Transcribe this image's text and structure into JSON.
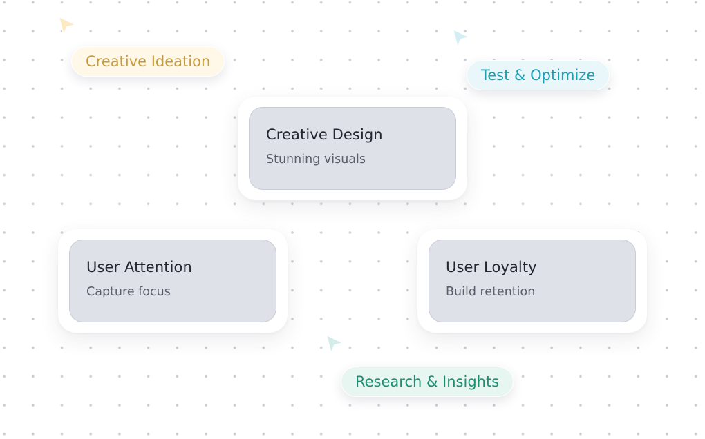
{
  "cards": {
    "design": {
      "title": "Creative Design",
      "subtitle": "Stunning visuals"
    },
    "attention": {
      "title": "User Attention",
      "subtitle": "Capture focus"
    },
    "loyalty": {
      "title": "User Loyalty",
      "subtitle": "Build retention"
    }
  },
  "tags": {
    "ideation": {
      "label": "Creative Ideation",
      "color": "#c79a3b",
      "icon": "cursor-pointer-icon"
    },
    "test": {
      "label": "Test & Optimize",
      "color": "#1aa1b4",
      "icon": "cursor-pointer-icon"
    },
    "research": {
      "label": "Research & Insights",
      "color": "#1c8f71",
      "icon": "cursor-pointer-icon"
    }
  }
}
